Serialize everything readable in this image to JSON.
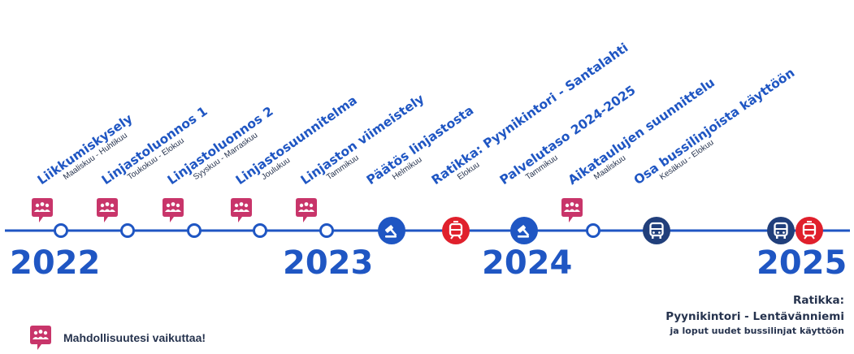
{
  "events": [
    {
      "title": "Liikkumiskysely",
      "date": "Maaliskuu - Huhtikuu",
      "marker": "chat-people-icon",
      "line_marker": "open-circle"
    },
    {
      "title": "Linjastoluonnos 1",
      "date": "Toukokuu - Elokuu",
      "marker": "chat-people-icon",
      "line_marker": "open-circle"
    },
    {
      "title": "Linjastoluonnos 2",
      "date": "Syyskuu - Marraskuu",
      "marker": "chat-people-icon",
      "line_marker": "open-circle"
    },
    {
      "title": "Linjastosuunnitelma",
      "date": "Joulukuu",
      "marker": "chat-people-icon",
      "line_marker": "open-circle"
    },
    {
      "title": "Linjaston viimeistely",
      "date": "Tammikuu",
      "marker": "chat-people-icon",
      "line_marker": "open-circle"
    },
    {
      "title": "Päätös linjastosta",
      "date": "Helmikuu",
      "line_marker": "gavel-icon"
    },
    {
      "title": "Ratikka: Pyynikintori - Santalahti",
      "date": "Elokuu",
      "line_marker": "tram-icon"
    },
    {
      "title": "Palvelutaso 2024-2025",
      "date": "Tammikuu",
      "line_marker": "gavel-icon"
    },
    {
      "title": "Aikataulujen suunnittelu",
      "date": "Maaliskuu",
      "marker": "chat-people-icon",
      "line_marker": "open-circle"
    },
    {
      "title": "Osa bussilinjoista käyttöön",
      "date": "Kesäkuu - Elokuu",
      "line_marker": "bus-icon"
    }
  ],
  "years": [
    "2022",
    "2023",
    "2024",
    "2025"
  ],
  "legend": {
    "text": "Mahdollisuutesi vaikuttaa!",
    "icon": "chat-people-icon"
  },
  "final_note": {
    "line1": "Ratikka:",
    "line2": "Pyynikintori - Lentävänniemi",
    "line3": "ja loput uudet bussilinjat käyttöön"
  },
  "colors": {
    "blue": "#1f56c3",
    "navy": "#213f7b",
    "red": "#e0202c",
    "pink": "#c8356a",
    "text_dark": "#26334e"
  }
}
